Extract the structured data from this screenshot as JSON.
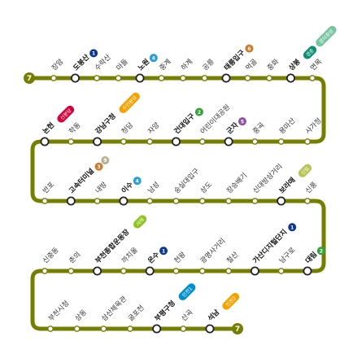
{
  "line": {
    "number": "7",
    "color": "#747F00"
  },
  "line_colors": {
    "1": "#0D3692",
    "2": "#33A23D",
    "4": "#2A9FD6",
    "5": "#8B50A4",
    "6": "#CD7C2F",
    "7": "#747F00",
    "9": "#BDB092",
    "shinbundang": "#D4003B",
    "bundang": "#F5A200",
    "gyeongui": "#77C4A3",
    "gyeongchun": "#0C8E72",
    "airport": "#0090D2",
    "suin": "#F5A200",
    "ui_sinseol": "#B7C452",
    "seohae": "#8FC31F",
    "gyeongin": "#3E7AC8"
  },
  "rows": [
    [
      {
        "name": "장암"
      },
      {
        "name": "도봉산",
        "transfers": [
          {
            "type": "num",
            "label": "1",
            "line": "1"
          }
        ]
      },
      {
        "name": "수락산"
      },
      {
        "name": "마들"
      },
      {
        "name": "노원",
        "transfers": [
          {
            "type": "num",
            "label": "4",
            "line": "4"
          }
        ]
      },
      {
        "name": "중계"
      },
      {
        "name": "하계"
      },
      {
        "name": "공릉"
      },
      {
        "name": "태릉입구",
        "transfers": [
          {
            "type": "num",
            "label": "6",
            "line": "6"
          }
        ]
      },
      {
        "name": "먹골"
      },
      {
        "name": "중화"
      },
      {
        "name": "상봉",
        "transfers": [
          {
            "type": "pill",
            "label": "경춘",
            "line": "gyeongchun"
          },
          {
            "type": "pill",
            "label": "경의중앙",
            "line": "gyeongui"
          }
        ]
      },
      {
        "name": "면목"
      }
    ],
    [
      {
        "name": "사가정"
      },
      {
        "name": "용마산"
      },
      {
        "name": "중곡"
      },
      {
        "name": "군자",
        "transfers": [
          {
            "type": "num",
            "label": "5",
            "line": "5"
          }
        ]
      },
      {
        "name": "어린이대공원"
      },
      {
        "name": "건대입구",
        "transfers": [
          {
            "type": "num",
            "label": "2",
            "line": "2"
          }
        ]
      },
      {
        "name": "자양"
      },
      {
        "name": "청담"
      },
      {
        "name": "강남구청",
        "transfers": [
          {
            "type": "pill",
            "label": "수인분당",
            "line": "suin"
          }
        ]
      },
      {
        "name": "학동"
      },
      {
        "name": "논현",
        "transfers": [
          {
            "type": "pill",
            "label": "신분당",
            "line": "shinbundang"
          }
        ]
      }
    ],
    [
      {
        "name": "반포"
      },
      {
        "name": "고속터미널",
        "transfers": [
          {
            "type": "num",
            "label": "3",
            "line": "6"
          },
          {
            "type": "num",
            "label": "9",
            "line": "9"
          }
        ]
      },
      {
        "name": "내방"
      },
      {
        "name": "이수",
        "transfers": [
          {
            "type": "num",
            "label": "4",
            "line": "4"
          }
        ]
      },
      {
        "name": "남성"
      },
      {
        "name": "숭실대입구"
      },
      {
        "name": "상도"
      },
      {
        "name": "장승배기"
      },
      {
        "name": "신대방삼거리"
      },
      {
        "name": "보라매",
        "transfers": [
          {
            "type": "pill",
            "label": "신림",
            "line": "ui_sinseol"
          }
        ]
      },
      {
        "name": "신풍"
      }
    ],
    [
      {
        "name": "대림",
        "transfers": [
          {
            "type": "num",
            "label": "2",
            "line": "2"
          }
        ]
      },
      {
        "name": "남구로"
      },
      {
        "name": "가산디지털단지",
        "transfers": [
          {
            "type": "num",
            "label": "1",
            "line": "1"
          }
        ]
      },
      {
        "name": "철산"
      },
      {
        "name": "광명사거리"
      },
      {
        "name": "천왕"
      },
      {
        "name": "온수",
        "transfers": [
          {
            "type": "num",
            "label": "1",
            "line": "1"
          }
        ]
      },
      {
        "name": "까치울"
      },
      {
        "name": "부천종합운동장",
        "transfers": [
          {
            "type": "pill",
            "label": "서해",
            "line": "seohae"
          }
        ]
      },
      {
        "name": "춘의"
      },
      {
        "name": "신중동"
      }
    ],
    [
      {
        "name": "부천시청"
      },
      {
        "name": "상동"
      },
      {
        "name": "삼산체육관"
      },
      {
        "name": "굴포천"
      },
      {
        "name": "부평구청",
        "transfers": [
          {
            "type": "pill",
            "label": "인천1",
            "line": "airport"
          }
        ]
      },
      {
        "name": "산곡"
      },
      {
        "name": "석남",
        "transfers": [
          {
            "type": "pill",
            "label": "인천2",
            "line": "bundang"
          }
        ]
      }
    ]
  ]
}
